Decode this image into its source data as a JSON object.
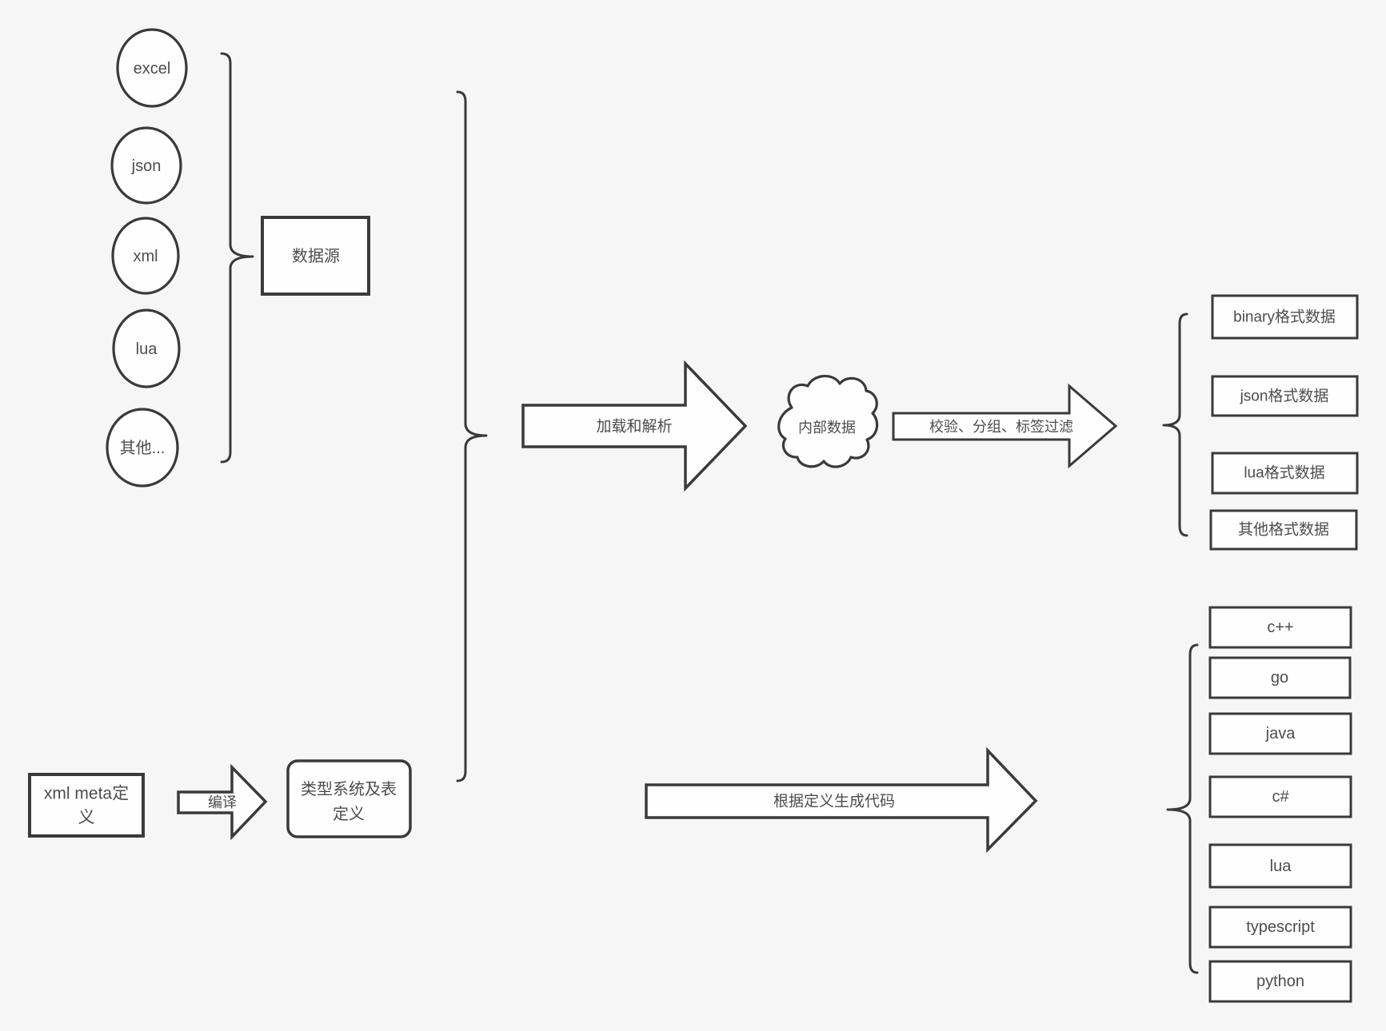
{
  "colors": {
    "background": "#f6f6f6",
    "shape_stroke": "#3a3a3a",
    "shape_fill": "#fefefe",
    "text": "#4d4d4d"
  },
  "sources": {
    "group_label": "数据源",
    "items": [
      {
        "label": "excel"
      },
      {
        "label": "json"
      },
      {
        "label": "xml"
      },
      {
        "label": "lua"
      },
      {
        "label": "其他..."
      }
    ]
  },
  "arrows": {
    "load_parse": "加载和解析",
    "filter": "校验、分组、标签过滤",
    "compile": "编译",
    "generate": "根据定义生成代码"
  },
  "cloud": {
    "label": "内部数据"
  },
  "data_outputs": {
    "items": [
      {
        "label": "binary格式数据"
      },
      {
        "label": "json格式数据"
      },
      {
        "label": "lua格式数据"
      },
      {
        "label": "其他格式数据"
      }
    ]
  },
  "code_outputs": {
    "items": [
      {
        "label": "c++"
      },
      {
        "label": "go"
      },
      {
        "label": "java"
      },
      {
        "label": "c#"
      },
      {
        "label": "lua"
      },
      {
        "label": "typescript"
      },
      {
        "label": "python"
      }
    ]
  },
  "xml_meta_box": {
    "line1": "xml meta定",
    "line2": "义"
  },
  "type_system_box": {
    "line1": "类型系统及表",
    "line2": "定义"
  }
}
